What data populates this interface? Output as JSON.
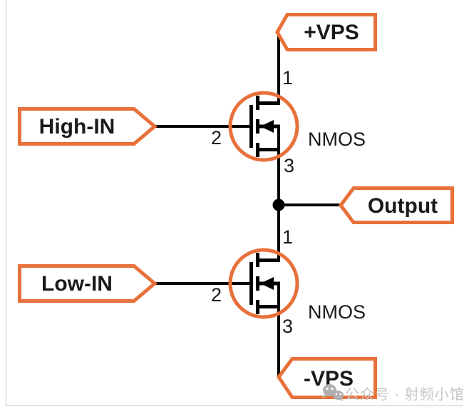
{
  "colors": {
    "accent": "#E8703A",
    "wire": "#000000",
    "text": "#1a1a1a",
    "watermark_text": "#c6c6c6",
    "watermark_icon": "#b0b0b0",
    "frame": "#d9d9d9"
  },
  "flags": {
    "vps_plus": "+VPS",
    "high_in": "High-IN",
    "output": "Output",
    "low_in": "Low-IN",
    "vps_minus": "-VPS"
  },
  "transistors": {
    "upper": {
      "label": "NMOS",
      "pin_drain": "1",
      "pin_gate": "2",
      "pin_source": "3"
    },
    "lower": {
      "label": "NMOS",
      "pin_drain": "1",
      "pin_gate": "2",
      "pin_source": "3"
    }
  },
  "watermark": {
    "icon": "wechat-icon",
    "text": "公众号 · 射频小馆"
  }
}
